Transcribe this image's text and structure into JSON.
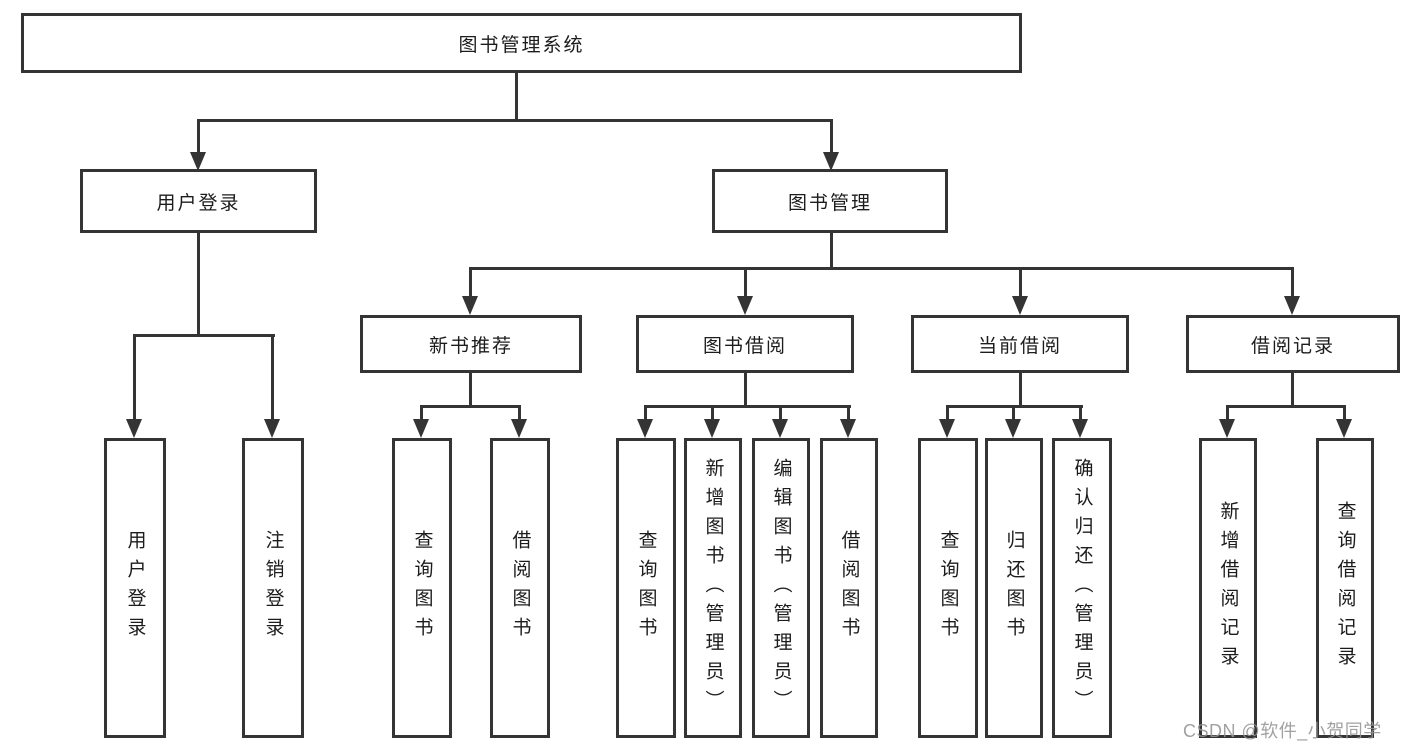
{
  "root": {
    "label": "图书管理系统"
  },
  "level2": {
    "user_login": {
      "label": "用户登录"
    },
    "book_management": {
      "label": "图书管理"
    }
  },
  "level3": {
    "new_book_recommend": {
      "label": "新书推荐"
    },
    "book_borrow": {
      "label": "图书借阅"
    },
    "current_borrow": {
      "label": "当前借阅"
    },
    "borrow_record": {
      "label": "借阅记录"
    }
  },
  "leaves": {
    "user_login": {
      "label": "用户登录"
    },
    "logout": {
      "label": "注销登录"
    },
    "nb_query_books": {
      "label": "查询图书"
    },
    "nb_borrow_books": {
      "label": "借阅图书"
    },
    "bb_query_books": {
      "label": "查询图书"
    },
    "bb_add_books": {
      "label": "新增图书（管理员）"
    },
    "bb_edit_books": {
      "label": "编辑图书（管理员）"
    },
    "bb_borrow_books": {
      "label": "借阅图书"
    },
    "cb_query_books": {
      "label": "查询图书"
    },
    "cb_return_books": {
      "label": "归还图书"
    },
    "cb_confirm_return": {
      "label": "确认归还（管理员）"
    },
    "br_add_record": {
      "label": "新增借阅记录"
    },
    "br_query_record": {
      "label": "查询借阅记录"
    }
  },
  "watermark": "CSDN @软件_小贺同学",
  "colors": {
    "line": "#343434",
    "text": "#1c1c1c",
    "background": "#ffffff",
    "watermark": "#949494"
  }
}
